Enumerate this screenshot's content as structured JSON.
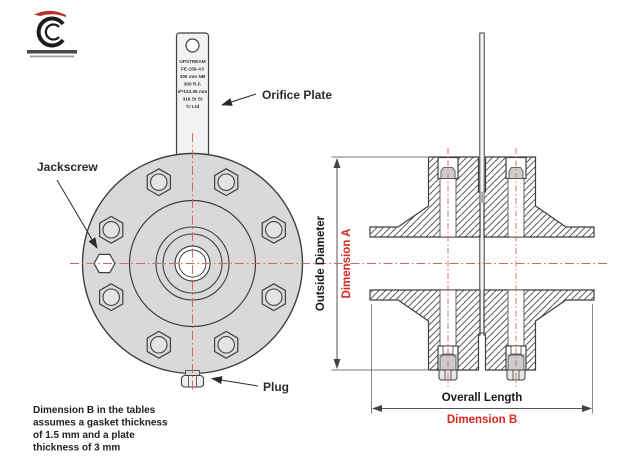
{
  "logo": {
    "mark": "c-swirl",
    "tagline_illegible": true
  },
  "tag": {
    "lines": [
      "UPSTREAM",
      "FE-159-A3",
      "300 mm NB",
      "300 R.F.",
      "d=124.36 mm",
      "316 St St",
      "T.I Ltd"
    ]
  },
  "labels": {
    "orifice_plate": "Orifice Plate",
    "jackscrew": "Jackscrew",
    "plug": "Plug"
  },
  "dimensions": {
    "outside_diameter": "Outside Diameter",
    "dimension_a": "Dimension A",
    "overall_length": "Overall Length",
    "dimension_b": "Dimension B"
  },
  "note": {
    "lines": [
      "Dimension B in the tables",
      "assumes a gasket thickness",
      "of 1.5 mm and a plate",
      "thickness of 3 mm"
    ]
  },
  "colors": {
    "accent_red": "#d7281f",
    "centerline_red": "#d4695e",
    "flange_gray": "#d9d9d9",
    "outline": "#3f3f3f"
  }
}
